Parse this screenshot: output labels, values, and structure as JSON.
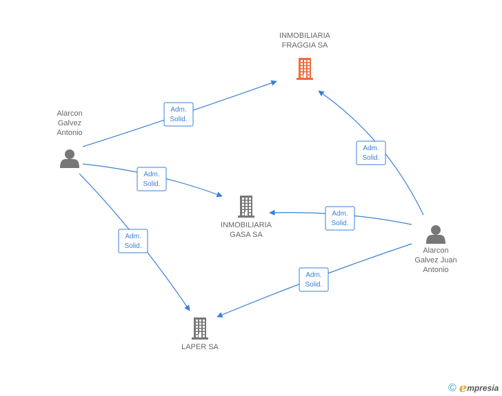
{
  "diagram": {
    "nodes": [
      {
        "id": "fraggia",
        "type": "company",
        "color": "#f26a3b",
        "label": [
          "INMOBILIARIA",
          "FRAGGIA SA"
        ]
      },
      {
        "id": "gasa",
        "type": "company",
        "color": "#777777",
        "label": [
          "INMOBILIARIA",
          "GASA SA"
        ]
      },
      {
        "id": "laper",
        "type": "company",
        "color": "#777777",
        "label": [
          "LAPER SA"
        ]
      },
      {
        "id": "alarcon1",
        "type": "person",
        "color": "#777777",
        "label": [
          "Alarcon",
          "Galvez",
          "Antonio"
        ]
      },
      {
        "id": "alarcon2",
        "type": "person",
        "color": "#777777",
        "label": [
          "Alarcon",
          "Galvez Juan",
          "Antonio"
        ]
      }
    ],
    "edges": [
      {
        "from": "alarcon1",
        "to": "fraggia",
        "label": [
          "Adm.",
          "Solid."
        ]
      },
      {
        "from": "alarcon1",
        "to": "gasa",
        "label": [
          "Adm.",
          "Solid."
        ]
      },
      {
        "from": "alarcon1",
        "to": "laper",
        "label": [
          "Adm.",
          "Solid."
        ]
      },
      {
        "from": "alarcon2",
        "to": "fraggia",
        "label": [
          "Adm.",
          "Solid."
        ]
      },
      {
        "from": "alarcon2",
        "to": "gasa",
        "label": [
          "Adm.",
          "Solid."
        ]
      },
      {
        "from": "alarcon2",
        "to": "laper",
        "label": [
          "Adm.",
          "Solid."
        ]
      }
    ],
    "edge_color": "#3a7fd5"
  },
  "brand": {
    "copyright": "©",
    "initial": "e",
    "name": "mpresia"
  }
}
